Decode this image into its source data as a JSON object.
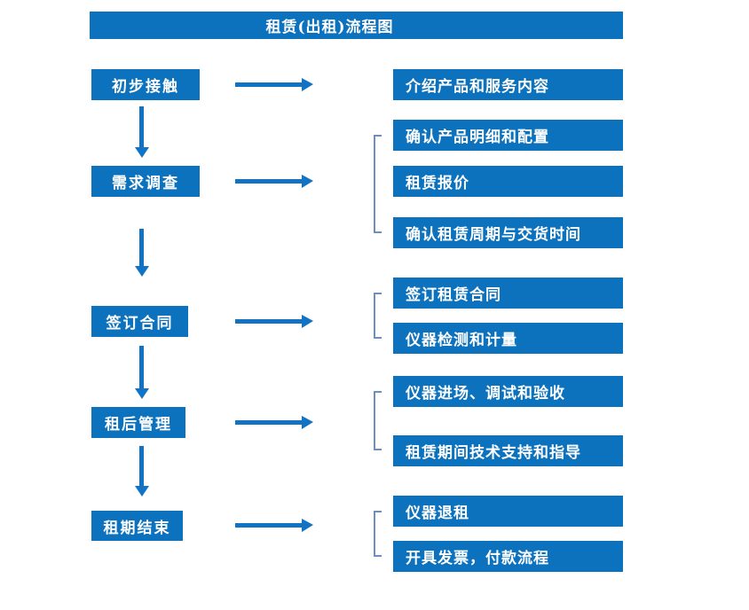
{
  "title": "租赁(出租)流程图",
  "colors": {
    "box_blue": "#0d72bd",
    "arrow_blue": "#1273c4",
    "bracket_blue": "#6b8fc0",
    "text_white": "#ffffff"
  },
  "icons": {
    "right_arrow": "arrow-right-icon",
    "down_arrow": "arrow-down-icon",
    "group_bracket": "bracket-icon"
  },
  "stages": [
    {
      "label": "初步接触",
      "details": [
        "介绍产品和服务内容"
      ]
    },
    {
      "label": "需求调查",
      "details": [
        "确认产品明细和配置",
        "租赁报价",
        "确认租赁周期与交货时间"
      ]
    },
    {
      "label": "签订合同",
      "details": [
        "签订租赁合同",
        "仪器检测和计量"
      ]
    },
    {
      "label": "租后管理",
      "details": [
        "仪器进场、调试和验收",
        "租赁期间技术支持和指导"
      ]
    },
    {
      "label": "租期结束",
      "details": [
        "仪器退租",
        "开具发票，付款流程"
      ]
    }
  ]
}
